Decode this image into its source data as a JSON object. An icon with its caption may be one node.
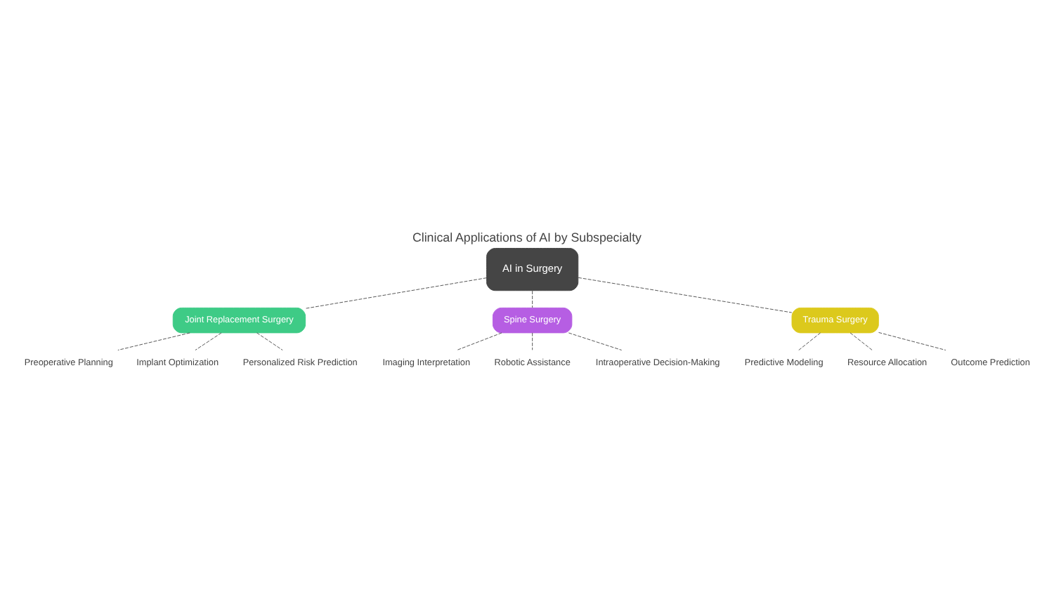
{
  "diagram": {
    "title": "Clinical Applications of AI by Subspecialty",
    "nodes": [
      {
        "text": [
          "AI in Surgery"
        ]
      },
      {
        "text": [
          "Joint Replacement Surgery"
        ]
      },
      {
        "text": [
          "Preoperative Planning"
        ]
      },
      {
        "text": [
          "Implant Optimization"
        ]
      },
      {
        "text": [
          "Personalized Risk Prediction"
        ]
      },
      {
        "text": [
          "Spine Surgery"
        ]
      },
      {
        "text": [
          "Imaging Interpretation"
        ]
      },
      {
        "text": [
          "Robotic Assistance"
        ]
      },
      {
        "text": [
          "Intraoperative Decision-Making"
        ]
      },
      {
        "text": [
          "Trauma Surgery"
        ]
      },
      {
        "text": [
          "Predictive Modeling"
        ]
      },
      {
        "text": [
          "Resource Allocation"
        ]
      },
      {
        "text": [
          "Outcome Prediction"
        ]
      }
    ],
    "edges": [
      {
        "from": 0,
        "to": 1,
        "arrow": "none",
        "style": "dashed"
      },
      {
        "from": 1,
        "to": 2,
        "arrow": "none",
        "style": "dashed"
      },
      {
        "from": 1,
        "to": 3,
        "arrow": "none",
        "style": "dashed"
      },
      {
        "from": 1,
        "to": 4,
        "arrow": "none",
        "style": "dashed"
      },
      {
        "from": 0,
        "to": 5,
        "arrow": "none",
        "style": "dashed"
      },
      {
        "from": 5,
        "to": 6,
        "arrow": "none",
        "style": "dashed"
      },
      {
        "from": 5,
        "to": 7,
        "arrow": "none",
        "style": "dashed"
      },
      {
        "from": 5,
        "to": 8,
        "arrow": "none",
        "style": "dashed"
      },
      {
        "from": 0,
        "to": 9,
        "arrow": "none",
        "style": "dashed"
      },
      {
        "from": 9,
        "to": 10,
        "arrow": "none",
        "style": "dashed"
      },
      {
        "from": 9,
        "to": 11,
        "arrow": "none",
        "style": "dashed"
      },
      {
        "from": 9,
        "to": 12,
        "arrow": "none",
        "style": "dashed"
      }
    ]
  }
}
